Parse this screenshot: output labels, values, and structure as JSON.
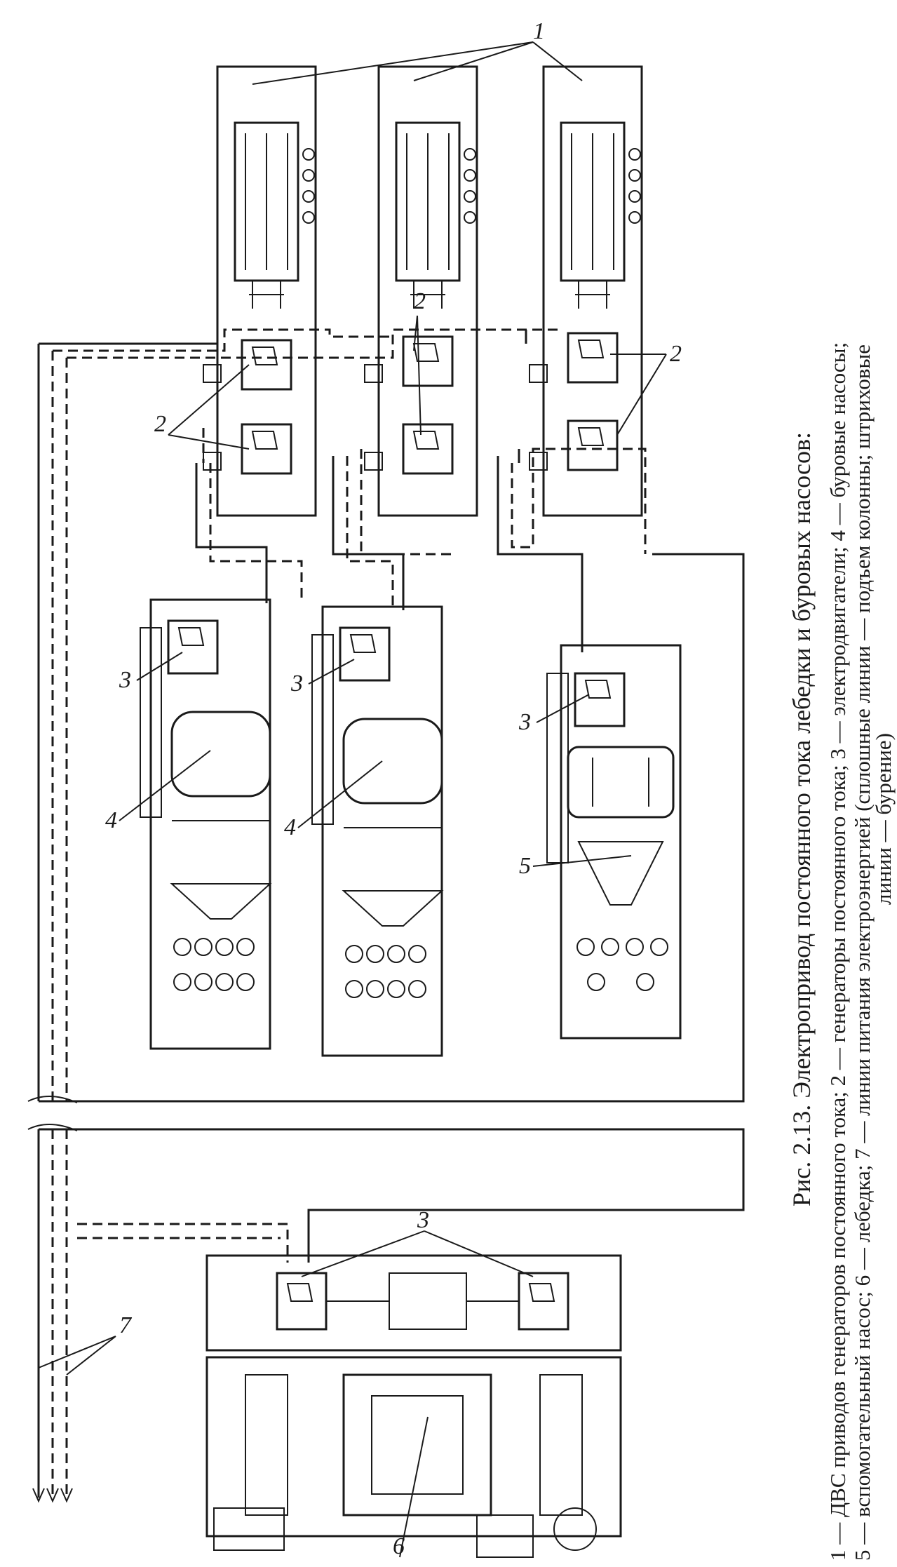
{
  "figure": {
    "caption": "Рис. 2.13. Электропривод постоянного тока лебедки и буровых насосов:",
    "legend_lines": [
      "1 — ДВС приводов генераторов постоянного тока; 2 — генераторы постоянного тока; 3 — электродвигатели; 4 — буровые насосы;",
      "5 — вспомогательный насос; 6 — лебедка; 7 — линии питания электроэнергией (сплошные линии — подъем колонны; штриховые",
      "линии — бурение)"
    ]
  },
  "labels": {
    "l1": "1",
    "l2": "2",
    "l3": "3",
    "l4": "4",
    "l5": "5",
    "l6": "6",
    "l7": "7"
  }
}
